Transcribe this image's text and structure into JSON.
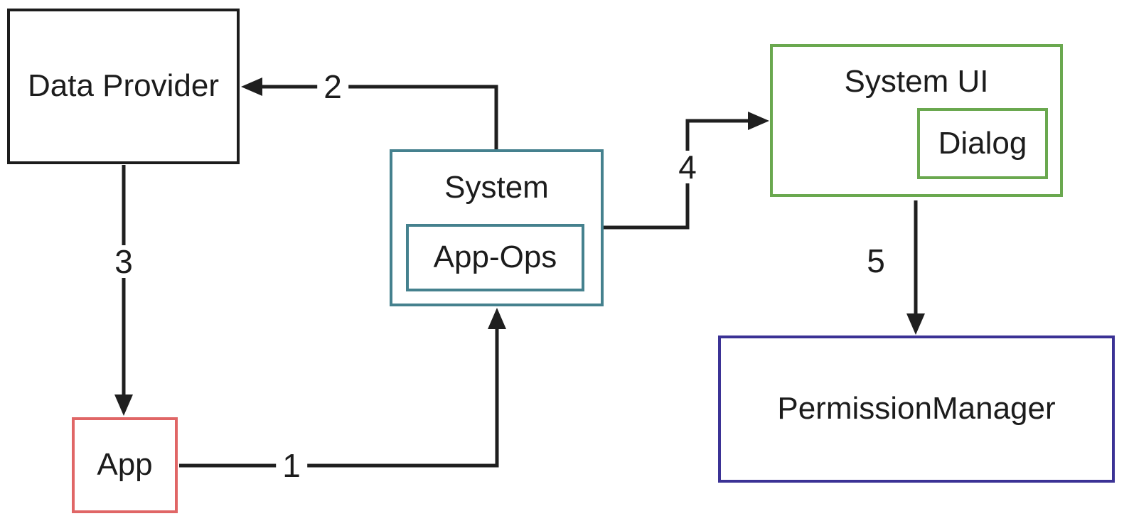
{
  "canvas": {
    "background_color": "#ffffff",
    "arrow_color": "#1f1f1f",
    "text_color": "#1c1c1c"
  },
  "nodes": {
    "data_provider": {
      "label": "Data Provider",
      "border_color": "#1c1c1c"
    },
    "app": {
      "label": "App",
      "border_color": "#e06666"
    },
    "system": {
      "label": "System",
      "border_color": "#45818e"
    },
    "app_ops": {
      "label": "App-Ops",
      "border_color": "#45818e"
    },
    "system_ui": {
      "label": "System UI",
      "border_color": "#6aa84f"
    },
    "dialog": {
      "label": "Dialog",
      "border_color": "#6aa84f"
    },
    "permission_manager": {
      "label": "PermissionManager",
      "border_color": "#3b3295"
    }
  },
  "edges": {
    "step_1": {
      "label": "1",
      "from": "App",
      "to": "System"
    },
    "step_2": {
      "label": "2",
      "from": "System",
      "to": "Data Provider"
    },
    "step_3": {
      "label": "3",
      "from": "Data Provider",
      "to": "App"
    },
    "step_4": {
      "label": "4",
      "from": "System",
      "to": "System UI"
    },
    "step_5": {
      "label": "5",
      "from": "System UI",
      "to": "PermissionManager"
    }
  }
}
